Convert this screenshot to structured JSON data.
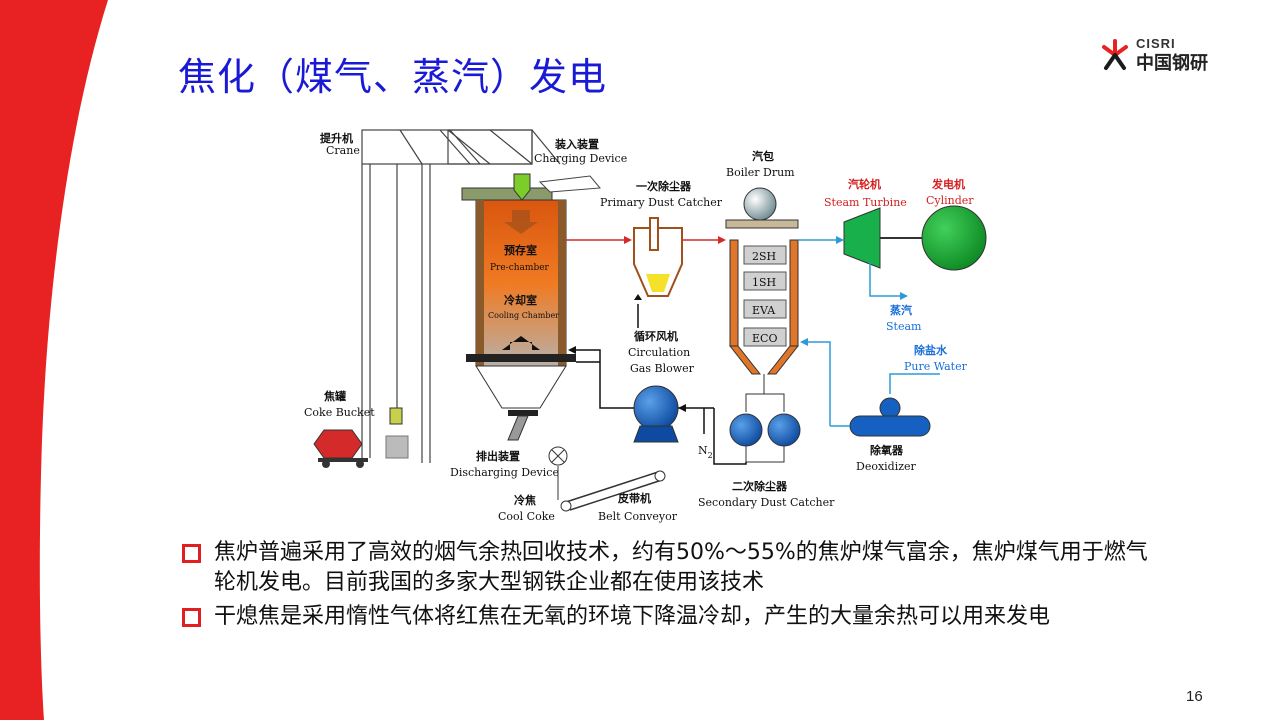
{
  "slide": {
    "title": "焦化（煤气、蒸汽）发电",
    "page_number": "16",
    "accent_color": "#e82222",
    "title_color": "#1a1ad6"
  },
  "logo": {
    "name_en": "CISRI",
    "name_cn": "中国钢研",
    "icon": "cisri-logo-icon"
  },
  "diagram": {
    "crane": {
      "cn": "提升机",
      "en": "Crane"
    },
    "charging": {
      "cn": "装入装置",
      "en": "Charging Device"
    },
    "drum": {
      "cn": "汽包",
      "en": "Boiler Drum"
    },
    "primary_dust": {
      "cn": "一次除尘器",
      "en": "Primary Dust Catcher"
    },
    "turbine": {
      "cn": "汽轮机",
      "en": "Steam Turbine"
    },
    "generator": {
      "cn": "发电机",
      "en": "Cylinder"
    },
    "prechamber": {
      "cn": "预存室",
      "en": "Pre-chamber"
    },
    "cooling": {
      "cn": "冷却室",
      "en": "Cooling Chamber"
    },
    "sh2": "2SH",
    "sh1": "1SH",
    "eva": "EVA",
    "eco": "ECO",
    "steam": {
      "cn": "蒸汽",
      "en": "Steam"
    },
    "blower": {
      "cn": "循环风机",
      "en": "Circulation",
      "en2": "Gas Blower"
    },
    "pure_water": {
      "cn": "除盐水",
      "en": "Pure Water"
    },
    "coke_bucket": {
      "cn": "焦罐",
      "en": "Coke Bucket"
    },
    "discharging": {
      "cn": "排出装置",
      "en": "Discharging Device"
    },
    "n2": "N",
    "n2_sub": "2",
    "deoxidizer": {
      "cn": "除氧器",
      "en": "Deoxidizer"
    },
    "secondary_dust": {
      "cn": "二次除尘器",
      "en": "Secondary Dust Catcher"
    },
    "cool_coke": {
      "cn": "冷焦",
      "en": "Cool Coke"
    },
    "belt": {
      "cn": "皮带机",
      "en": "Belt Conveyor"
    }
  },
  "bullets": [
    {
      "text": "焦炉普遍采用了高效的烟气余热回收技术，约有50%～55%的焦炉煤气富余，焦炉煤气用于燃气轮机发电。目前我国的多家大型钢铁企业都在使用该技术"
    },
    {
      "text": "干熄焦是采用惰性气体将红焦在无氧的环境下降温冷却，产生的大量余热可以用来发电"
    }
  ]
}
